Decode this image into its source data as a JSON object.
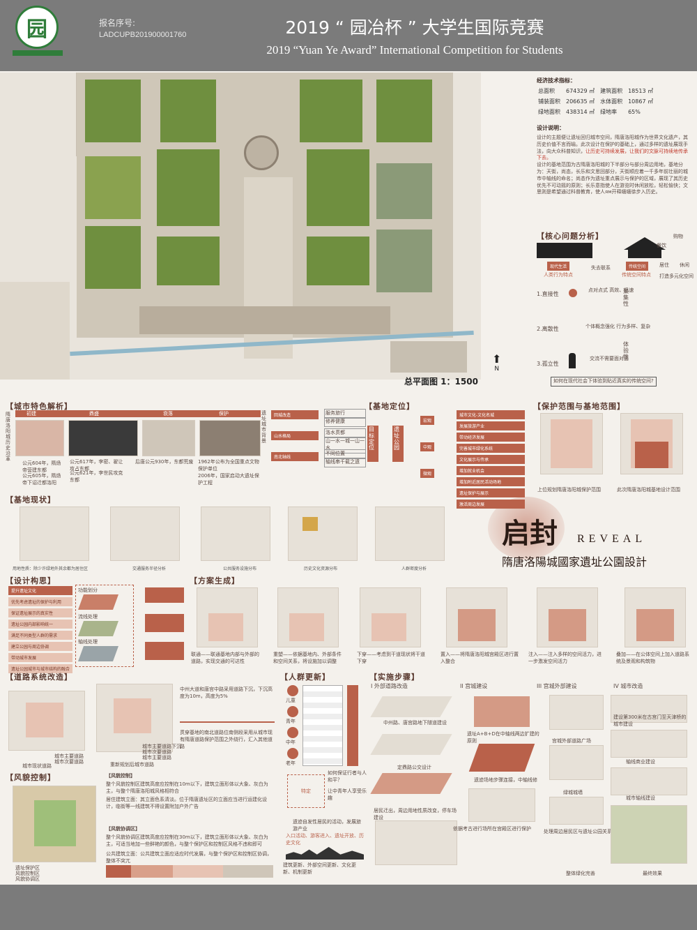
{
  "header": {
    "reg_label": "报名序号:",
    "reg_number": "LADCUPB201900001760",
    "title_cn": "2019 “ 园冶杯 ” 大学生国际竞赛",
    "title_en": "2019 “Yuan Ye Award” International Competition for  Students",
    "logo_char": "园"
  },
  "plan": {
    "label": "总平面图    1：1500",
    "north": "N"
  },
  "econ": {
    "title": "经济技术指标：",
    "rows": [
      [
        "总面积",
        "674329 ㎡",
        "建筑面积",
        "18513 ㎡"
      ],
      [
        "铺装面积",
        "206635 ㎡",
        "水体面积",
        "10867 ㎡"
      ],
      [
        "绿地面积",
        "438314 ㎡",
        "绿地率",
        "65%"
      ]
    ]
  },
  "design_note": {
    "title": "设计说明：",
    "p1": "设计的主题便让遗址回归城市空间，隋唐洛阳城作为世界文化遗产，其历史价值不言而喻。此次设计在保护的基础上，通过多样的遗址展现手法，向大众科普知识，",
    "p1_red": "让历史可持续发展，让我们的文脉可持续地传承下去。",
    "p2": "设计的基地范围为古隋唐洛阳城的下半部分与部分周边用地，基地分为：天街，尚态，长乐和文思回部分，天街顺应着一千多年前壮丽的城市中轴线的命名；尚态作为遗址重点展示与保护的区域，展现了其历史优先不可动摇的原则；长乐意指使人在游览时休闲放松，轻松愉快；文思则是希望通过科普教育，使人ям开释缅缅徐步入历史。"
  },
  "core": {
    "title": "【核心问题分析】",
    "modern": "现代生活",
    "traditional": "传统空间",
    "modern_sub": "人类行为特点",
    "traditional_sub": "传统空间特点",
    "lost": "失去联系",
    "shop": "购物",
    "eat": "餐饮",
    "live": "居住",
    "rest": "休闲",
    "culture": "打造多元化空间",
    "q1": "1.直接性",
    "q1d": "点对点式 高效、迅速",
    "q1r": "聚集性",
    "q2": "2.离散性",
    "q2d": "个体概念强化 行为多样、复杂",
    "q3": "3.孤立性",
    "q3d": "交流不需要面对面",
    "q3r": "体验性",
    "question": "如何在现代社会下体验到贴近真实的传统空间?"
  },
  "city": {
    "title": "【城市特色解析】",
    "side": "隋唐洛阳城历史沿革",
    "stages": [
      "初建",
      "鼎盛",
      "衰落",
      "保护"
    ],
    "n1": "公元604年，隋炀帝营建东都",
    "n2": "公元605年，隋炀帝下诏迁都洛阳",
    "n3": "公元617年，李密、翟让攻占东都",
    "n4": "公元621年，李世民攻克东都",
    "n5": "后唐公元930年，东都荒废",
    "n6": "1962年公布为全国重点文物保护单位",
    "n7": "2006年，国家启动大遗址保护工程"
  },
  "site_pos": {
    "title": "【基地定位】",
    "vertical": "遗址城市背景",
    "left": [
      "回城改造",
      "山水格局",
      "南北轴线"
    ],
    "mid": [
      "服务旅行",
      "修养健康",
      "洛水贯都",
      "山一水一城一山一水",
      "不同位置",
      "轴线串千载之遗"
    ],
    "target1": "目标定位",
    "target2": "遗址公园",
    "levels": [
      "宏观",
      "中观",
      "微观"
    ],
    "macro": [
      "城市文化-文化名城",
      "发展旅游产业",
      "带动经济发展"
    ],
    "meso": [
      "完善城市绿化系统",
      "文化展示与传承",
      "增加就业机会"
    ],
    "micro": [
      "增加附近居民活动场地",
      "遗址保护与展示",
      "激活周边发展"
    ]
  },
  "scope": {
    "title": "【保护范围与基地范围】",
    "leg1": "上位规划隋唐洛阳城保护范围",
    "leg2": "此次隋唐洛阳城基地设计范围"
  },
  "status": {
    "title": "【基地现状】",
    "caps": [
      "用地性质：除少许绿地外其余都为居住区",
      "交通服务半径分析",
      "公共服务设施分布",
      "历史文化资源分布",
      "人群密度分析"
    ]
  },
  "reveal": {
    "cn": "启封",
    "en": "REVEAL",
    "sub": "隋唐洛陽城國家遺址公園設計"
  },
  "concept": {
    "title": "【设计构思】",
    "items": [
      "提升遗址文化",
      "优先考虑遗址的保护与利用",
      "保证遗址展示的真实性",
      "遗址公园内部影响统一",
      "满足不同类型人群的需求",
      "建立公园与周边协调",
      "带动城市发展",
      "遗址公园城市与城市结构的融合"
    ],
    "flows": [
      "功能划分",
      "流线处理",
      "轴线处理"
    ]
  },
  "genesis": {
    "title": "【方案生成】",
    "steps": [
      "联通——联通基地内部与外部的道路，实现交通的可达性",
      "重塑——依据基地内、外部条件和空间关系，将设施加以调整",
      "下穿——考虑到干道现状将干道下穿",
      "置入——将隋唐洛阳城宫殿区进行置入整合",
      "注入——注入多样的空间活力，进一步激发空间活力",
      "叠加——在公体空间上加入道路系统及景观和构筑物"
    ]
  },
  "roads": {
    "title": "【道路系统改造】",
    "t1": "中州大道和唐宫中路采用道路下沉，下沉高度为10m，高度为5%",
    "t2": "贯穿基地的南北道路位南侧段采用从城市现有隋唐道路保护范围之外绕行，汇入其他道路",
    "cap1": "城市现状道路",
    "cap2": "重新规划后城市道路",
    "legend": [
      "城市主要道路",
      "城市次要道路"
    ],
    "legend2": [
      "城市主要道路下沉",
      "城市次要道路",
      "城市主要道路"
    ]
  },
  "people": {
    "title": "【人群更新】",
    "groups": [
      "儿童",
      "青年",
      "中年",
      "老年"
    ],
    "center": "特定",
    "q1": "如何保证行者与人和平？",
    "q2": "让中青年人享受乐趣",
    "bottom": "遗迹自发性居民的活动，发展旅游产业",
    "b2": "入口活动、游客进入、遗址开放、历史文化",
    "b3": "建筑更新、外部空间更新、文化更新、机制更新"
  },
  "steps": {
    "title": "【实施步骤】",
    "cols": [
      "I 外部道路改造",
      "II 宫城建设",
      "III 宫城外部建设",
      "IV 城市改造"
    ],
    "caps": [
      "中州路、唐宫路地下隧道建设",
      "定鼎路公交设计",
      "居民迁出，周边用地性质改变，停车场建设",
      "遗址A+B+D在中轴线两边扩建的原则",
      "遗迹场地步骤连接，中轴线修",
      "依据考古进行场所在宫殿区进行保护",
      "宫城外部道路广场",
      "绿城城墙",
      "处理周边居民区与遗址公园关系",
      "整体绿化完善",
      "建设第300米在古宫门至天津桥的城市建设",
      "轴线商业建设",
      "城市轴线建设",
      "最终效果"
    ]
  },
  "scenic": {
    "title": "【风貌控制】",
    "sub1": "【风貌控制】",
    "t1": "整个风貌控制区建筑高度应控制在10m以下，建筑立面形体以大象、灰白为主，与整个隋唐洛阳城风格相符合",
    "t2": "居住建筑立面：其立面色系清淡。位于隋唐遗址区的立面应当进行运建化设计，临街等一线建筑不得设置附加户外广告",
    "sub2": "【风貌协调区】",
    "t3": "整个风貌协调区建筑高度应控制在30m以下，建筑立面形体以大象、灰白为主，可适当地加一些鲜艳的颜色，与整个保护区和控制区风格不违和即可",
    "t4": "公共建筑立面：公共建筑立面应适应时代发展，与整个保护区和控制区协调，整体不突兀",
    "legend": [
      "遗址保护区",
      "风貌控制区",
      "风貌协调区"
    ]
  },
  "colors": {
    "accent": "#b9614a",
    "accent_light": "#e7c3b3",
    "green": "#6f8f3f",
    "header": "#7b7b7b"
  }
}
